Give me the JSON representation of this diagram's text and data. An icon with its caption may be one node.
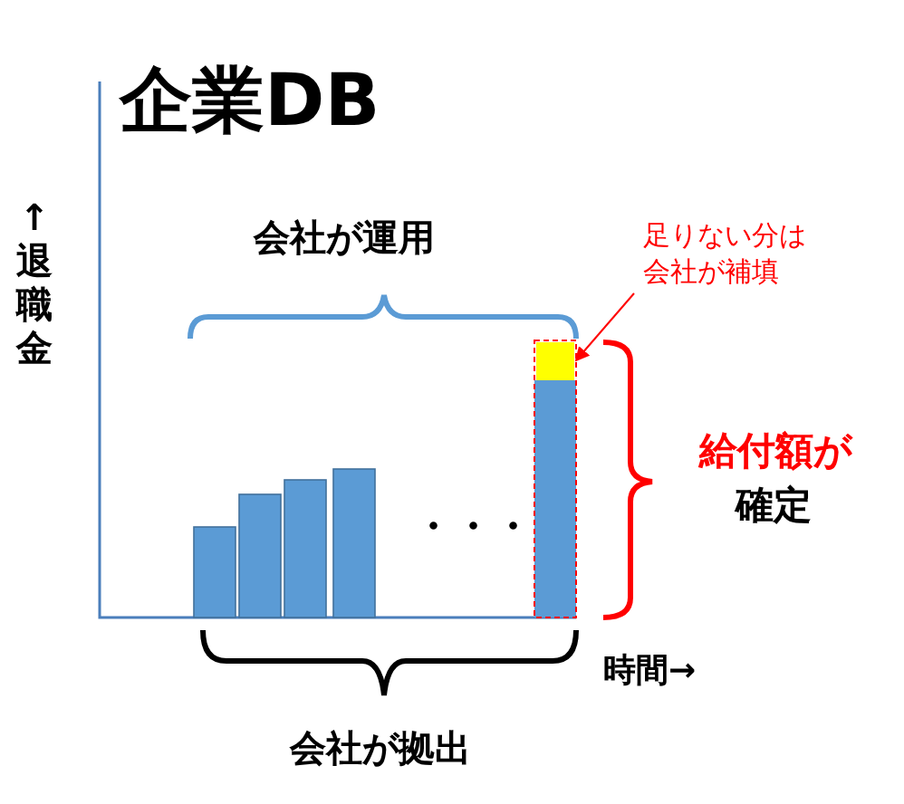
{
  "diagram": {
    "title": "企業DB",
    "nodes": [
      {
        "text": [
          "足りない分は会社が補填"
        ]
      },
      {
        "text": [],
        "shape": "bar"
      }
    ],
    "edges": [
      {
        "from": 0,
        "to": 1,
        "arrow": "to",
        "color": "#ff0000"
      }
    ],
    "labels": [
      "会社が運用",
      "↑退職金",
      "・・・",
      "給付額が",
      "確定",
      "時間→",
      "会社が拠出"
    ]
  }
}
